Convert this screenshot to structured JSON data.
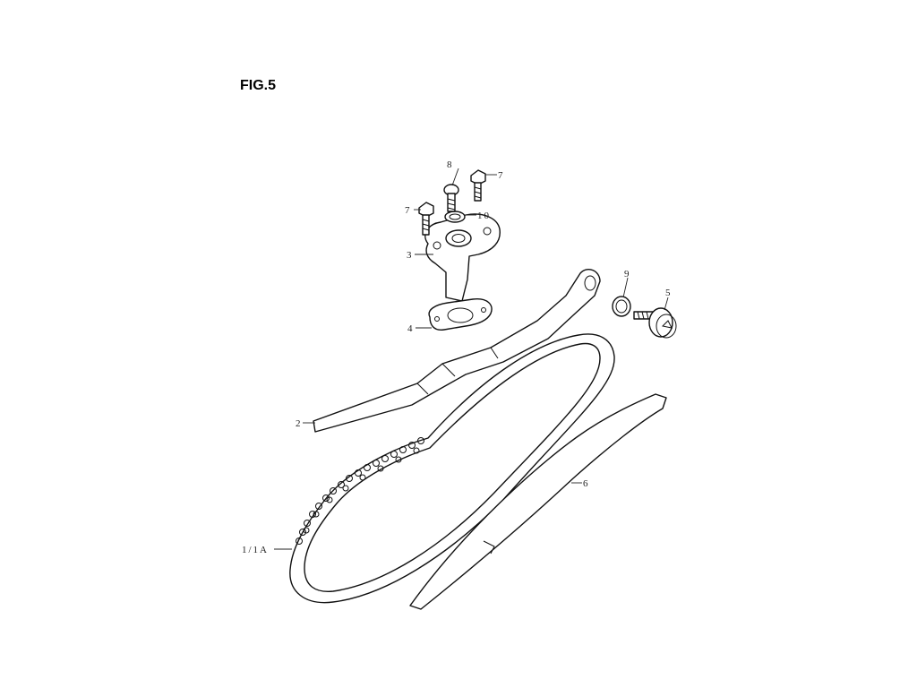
{
  "figure": {
    "title": "FIG.5"
  },
  "callouts": {
    "chain": "1/1A",
    "tensioner_guide": "2",
    "tensioner_body": "3",
    "gasket": "4",
    "bolt_5": "5",
    "guide_6": "6",
    "bolt_7_left": "7",
    "bolt_7_right": "7",
    "bolt_8": "8",
    "o_ring_9": "9",
    "washer_10": "10"
  },
  "colors": {
    "line": "#111111",
    "background": "#ffffff"
  }
}
